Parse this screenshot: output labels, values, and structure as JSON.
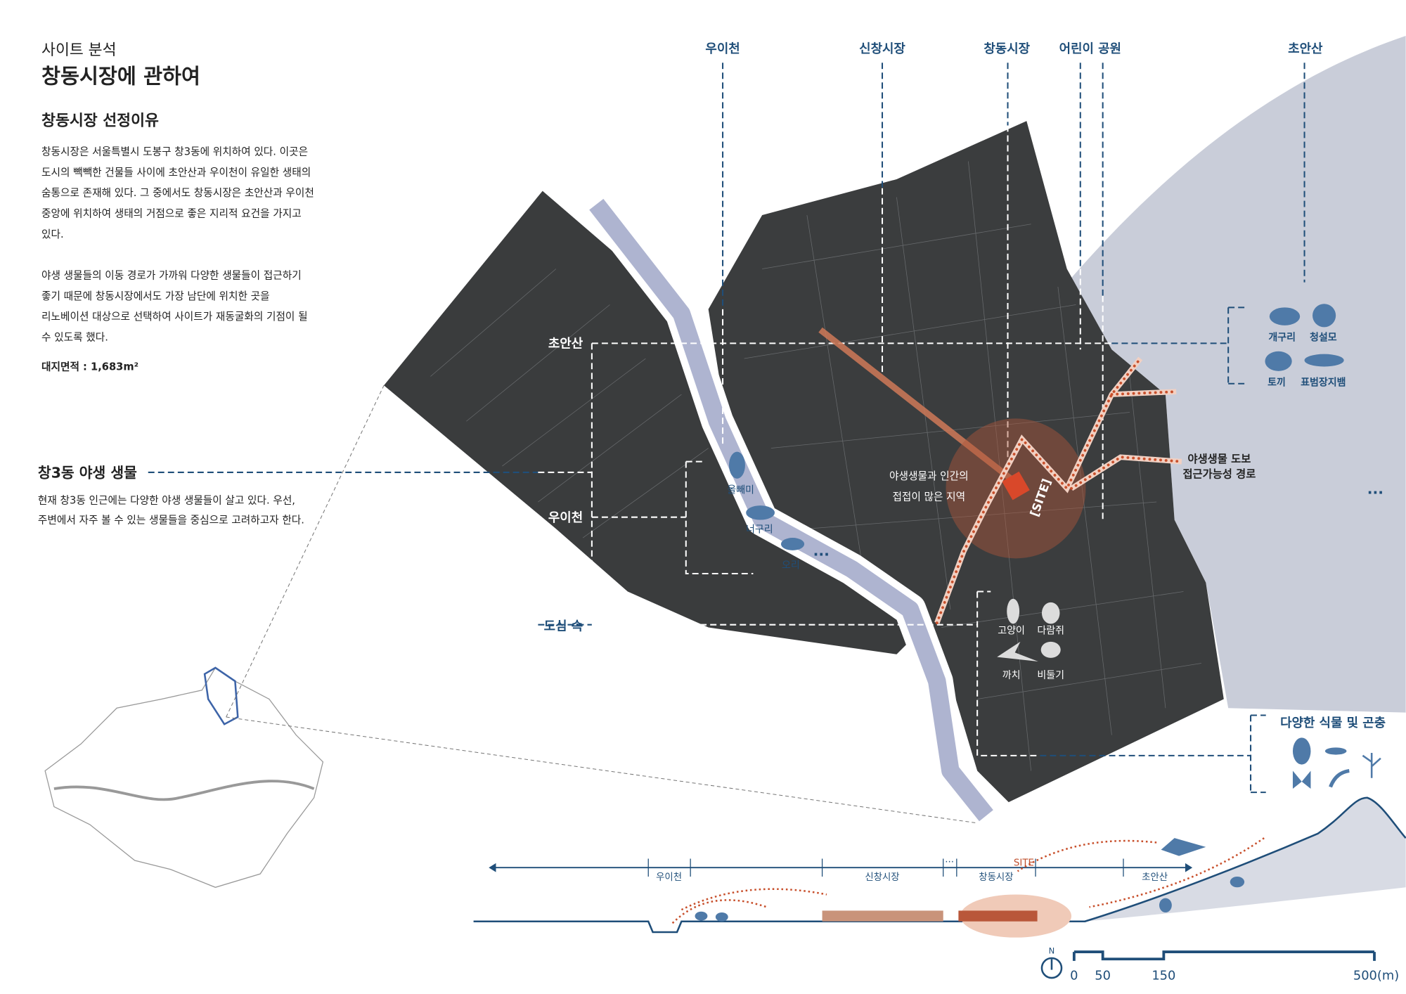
{
  "header": {
    "category": "사이트 분석",
    "title": "창동시장에 관하여",
    "section_title": "창동시장 선정이유",
    "paragraph1": [
      "창동시장은 서울특별시 도봉구 창3동에 위치하여 있다. 이곳은",
      "도시의 빽빽한 건물들 사이에 초안산과 우이천이 유일한 생태의",
      "숨통으로 존재해 있다. 그 중에서도 창동시장은 초안산과 우이천",
      "중앙에 위치하여 생태의 거점으로 좋은 지리적 요건을 가지고",
      "있다."
    ],
    "paragraph2": [
      "야생 생물들의 이동 경로가 가까워 다양한 생물들이 접근하기",
      "좋기 때문에 창동시장에서도 가장 남단에 위치한 곳을",
      "리노베이션 대상으로 선택하여 사이트가 재동굴화의 기점이 될",
      "수 있도록 했다."
    ],
    "area": "대지면적 : 1,683m²"
  },
  "wildlife": {
    "title": "창3동 야생 생물",
    "lines": [
      "현재 창3동 인근에는 다양한 야생 생물들이 살고 있다. 우선,",
      "주변에서 자주 볼 수 있는 생물들을 중심으로 고려하고자 한다."
    ]
  },
  "map": {
    "top_labels": [
      "우이천",
      "신창시장",
      "창동시장",
      "어린이 공원",
      "초안산"
    ],
    "side_labels": {
      "mountain": "초안산",
      "stream": "우이천",
      "city": "도심 속"
    },
    "stream_animals": [
      "올빼미",
      "너구리",
      "오리"
    ],
    "ellipsis": "...",
    "city_animals": [
      "고양이",
      "다람쥐",
      "까치",
      "비둘기"
    ],
    "mountain_animals": [
      "개구리",
      "청설모",
      "토끼",
      "표범장지뱀"
    ],
    "contact_zone": [
      "야생생물과 인간의",
      "접접이 많은 지역"
    ],
    "site_label": "[SITE]",
    "route_label": [
      "야생생물 도보",
      "접근가능성 경로"
    ],
    "plants_label": "다양한 식물 및 곤충",
    "colors": {
      "accent_blue": "#1f4e79",
      "site_orange": "#c0502e",
      "mountain": "#c9cdd9"
    }
  },
  "section": {
    "labels": [
      "우이천",
      "신창시장",
      "창동시장",
      "초안산"
    ],
    "site": "SITE",
    "dots": "···"
  },
  "scale": {
    "north": "N",
    "ticks": [
      "0",
      "50",
      "150",
      "500(m)"
    ]
  }
}
